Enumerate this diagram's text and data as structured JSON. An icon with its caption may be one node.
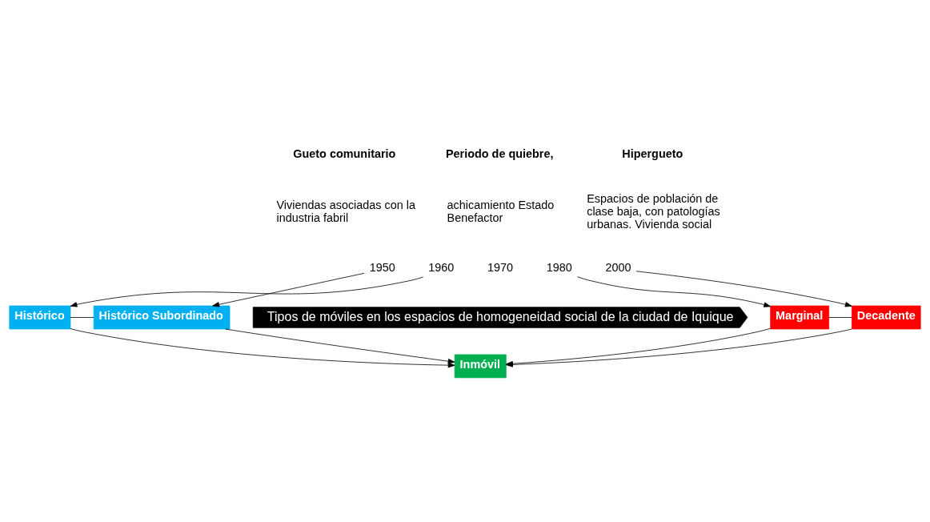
{
  "diagram": {
    "nodes": [
      {
        "text": [
          "1950"
        ]
      },
      {
        "text": [
          "1960"
        ]
      },
      {
        "text": [
          "1980"
        ]
      },
      {
        "text": [
          "2000"
        ]
      },
      {
        "text": [
          "Tipos de móviles en los espacios de homogeneidad social de la ciudad de Iquique"
        ]
      },
      {
        "text": [
          "Histórico"
        ]
      },
      {
        "text": [
          "Histórico Subordinado"
        ]
      },
      {
        "text": [
          "Marginal"
        ]
      },
      {
        "text": [
          "Decadente"
        ]
      },
      {
        "text": [
          "Inmóvil"
        ]
      }
    ],
    "edges": [
      {
        "from": 0,
        "to": 6,
        "arrow": "to"
      },
      {
        "from": 1,
        "to": 5,
        "arrow": "to"
      },
      {
        "from": 2,
        "to": 7,
        "arrow": "to"
      },
      {
        "from": 3,
        "to": 8,
        "arrow": "to"
      },
      {
        "from": 5,
        "to": 6,
        "arrow": "none"
      },
      {
        "from": 7,
        "to": 8,
        "arrow": "none"
      },
      {
        "from": 6,
        "to": 9,
        "arrow": "to"
      },
      {
        "from": 5,
        "to": 9,
        "arrow": "to"
      },
      {
        "from": 7,
        "to": 9,
        "arrow": "to"
      },
      {
        "from": 8,
        "to": 9,
        "arrow": "to"
      }
    ],
    "labels": [
      "Gueto comunitario",
      "Viviendas asociadas con la industria fabril",
      "Periodo de quiebre,",
      "achicamiento Estado Benefactor",
      "Hipergueto",
      "Espacios de población de clase baja, con patologías urbanas. Vivienda social",
      "1970"
    ]
  }
}
